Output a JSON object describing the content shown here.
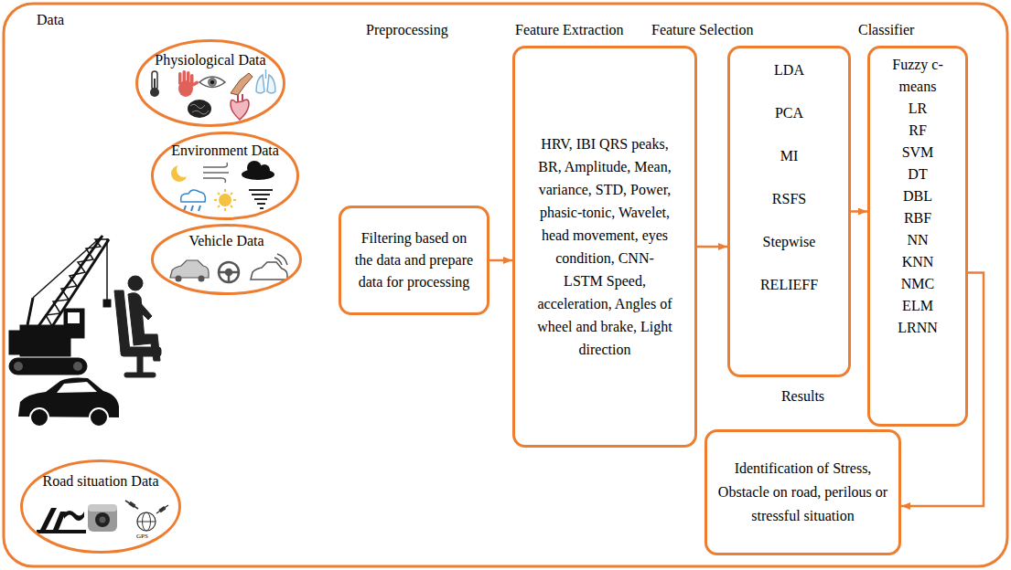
{
  "diagram": {
    "nodes": [
      {
        "text": [
          "Physiological Data"
        ]
      },
      {
        "text": [
          "Environment Data"
        ]
      },
      {
        "text": [
          "Vehicle Data"
        ]
      },
      {
        "text": [
          "Road situation Data"
        ]
      },
      {
        "text": [
          "Filtering based on the data and prepare data for processing"
        ]
      },
      {
        "text": [
          "HRV, IBI QRS peaks, BR, Amplitude, Mean, variance, STD, Power, phasic-tonic, Wavelet, head movement, eyes condition, CNN-LSTM Speed, acceleration, Angles of wheel and brake, Light direction"
        ]
      },
      {
        "text": [
          "LDA",
          "PCA",
          "MI",
          "RSFS",
          "Stepwise",
          "RELIEFF"
        ]
      },
      {
        "text": [
          "Fuzzy c-means",
          "LR",
          "RF",
          "SVM",
          "DT",
          "DBL",
          "RBF",
          "NN",
          "KNN",
          "NMC",
          "ELM",
          "LRNN"
        ]
      },
      {
        "text": [
          "Results",
          "Identification of Stress, Obstacle on road, perilous or stressful situation"
        ]
      }
    ],
    "edges": [
      {
        "from": 4,
        "to": 5,
        "arrow": "to"
      },
      {
        "from": 5,
        "to": 6,
        "arrow": "to"
      },
      {
        "from": 6,
        "to": 7,
        "arrow": "to"
      },
      {
        "from": 7,
        "to": 8,
        "arrow": "to"
      }
    ],
    "labels": [
      "Data",
      "Preprocessing",
      "Feature Extraction",
      "Feature Selection",
      "Classifier",
      "GPS"
    ]
  }
}
